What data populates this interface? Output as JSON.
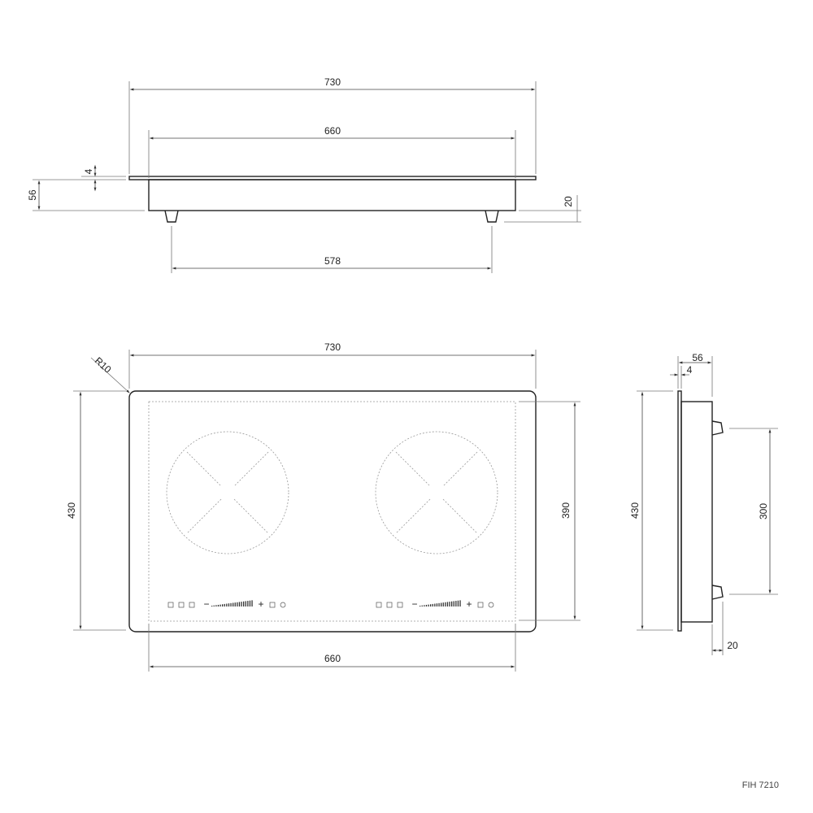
{
  "model": "FIH 7210",
  "front_view": {
    "overall_width": "730",
    "body_width": "660",
    "feet_spacing": "578",
    "glass_thickness": "4",
    "total_height": "56",
    "feet_height": "20"
  },
  "top_view": {
    "overall_width": "730",
    "corner_radius": "R10",
    "overall_depth": "430",
    "body_depth": "390",
    "body_width": "660"
  },
  "side_view": {
    "total_height": "56",
    "glass_thickness": "4",
    "overall_depth": "430",
    "feet_spacing": "300",
    "feet_height": "20"
  },
  "control_panel": {
    "minus": "−",
    "plus": "+"
  }
}
